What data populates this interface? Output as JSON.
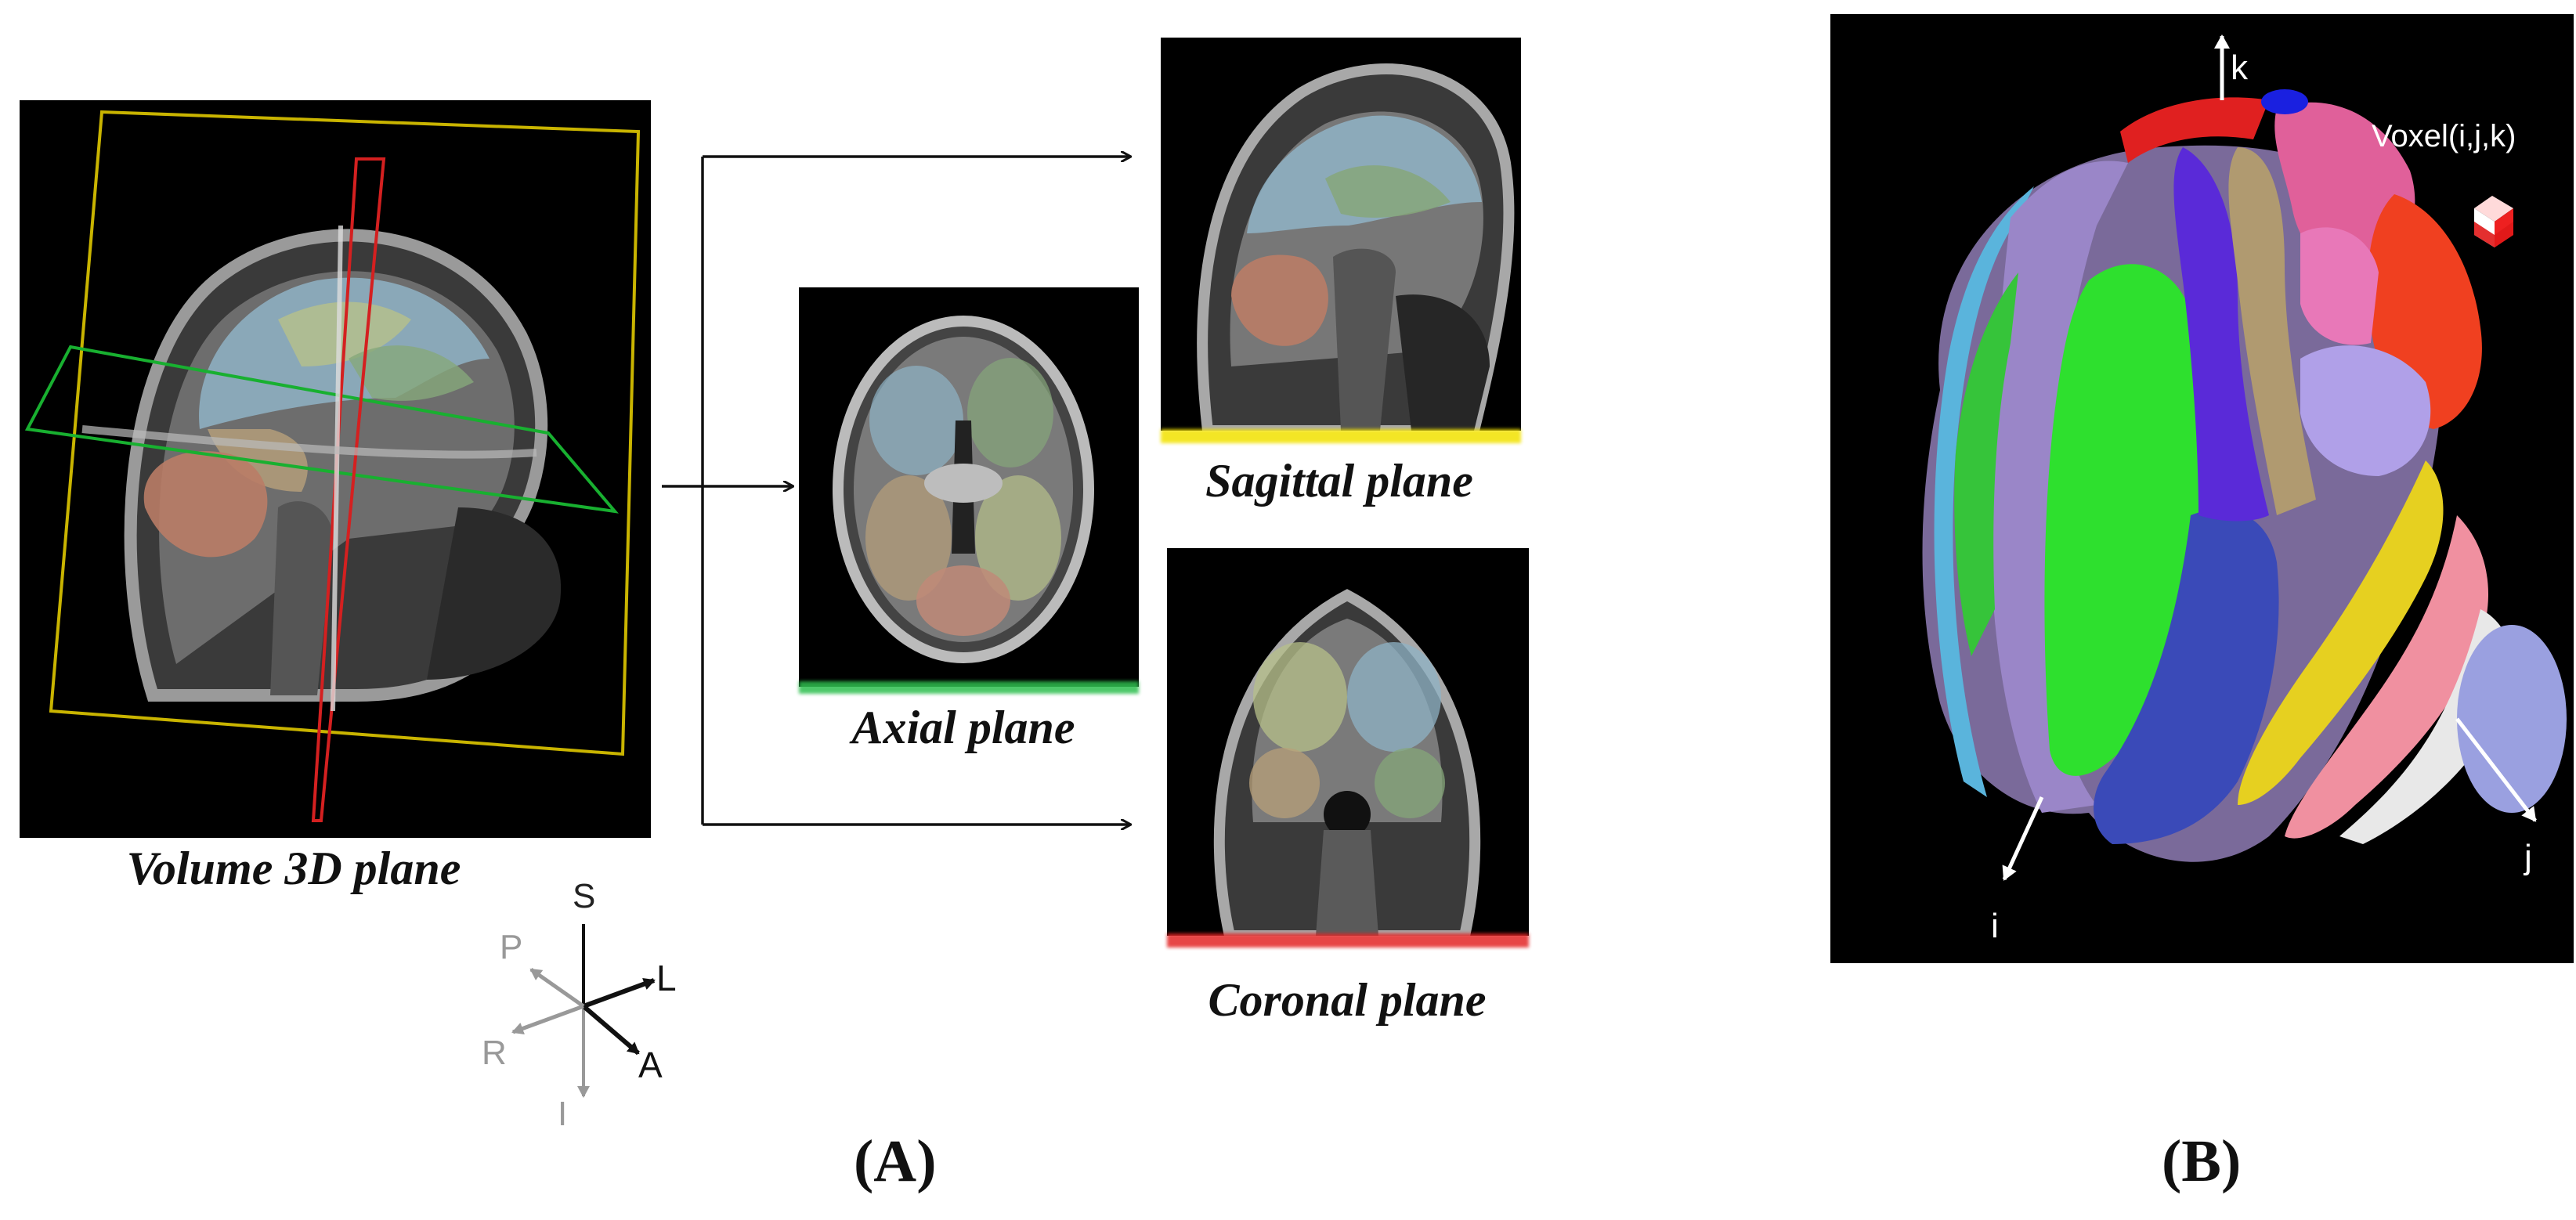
{
  "captions": {
    "volume": "Volume 3D plane",
    "axial": "Axial plane",
    "sagittal": "Sagittal plane",
    "coronal": "Coronal plane"
  },
  "orientation": {
    "s": "S",
    "i": "I",
    "l": "L",
    "a": "A",
    "p": "P",
    "r": "R"
  },
  "panel_b": {
    "voxel": "Voxel(i,j,k)",
    "axis_i": "i",
    "axis_j": "j",
    "axis_k": "k"
  },
  "figure_labels": {
    "a": "(A)",
    "b": "(B)"
  },
  "colors": {
    "axial_underline": "#2fbf4f",
    "sagittal_underline": "#f2e200",
    "coronal_underline": "#e32626",
    "volume_frame": "#c9b400",
    "red_plane": "#d42020",
    "green_plane": "#18b030"
  }
}
